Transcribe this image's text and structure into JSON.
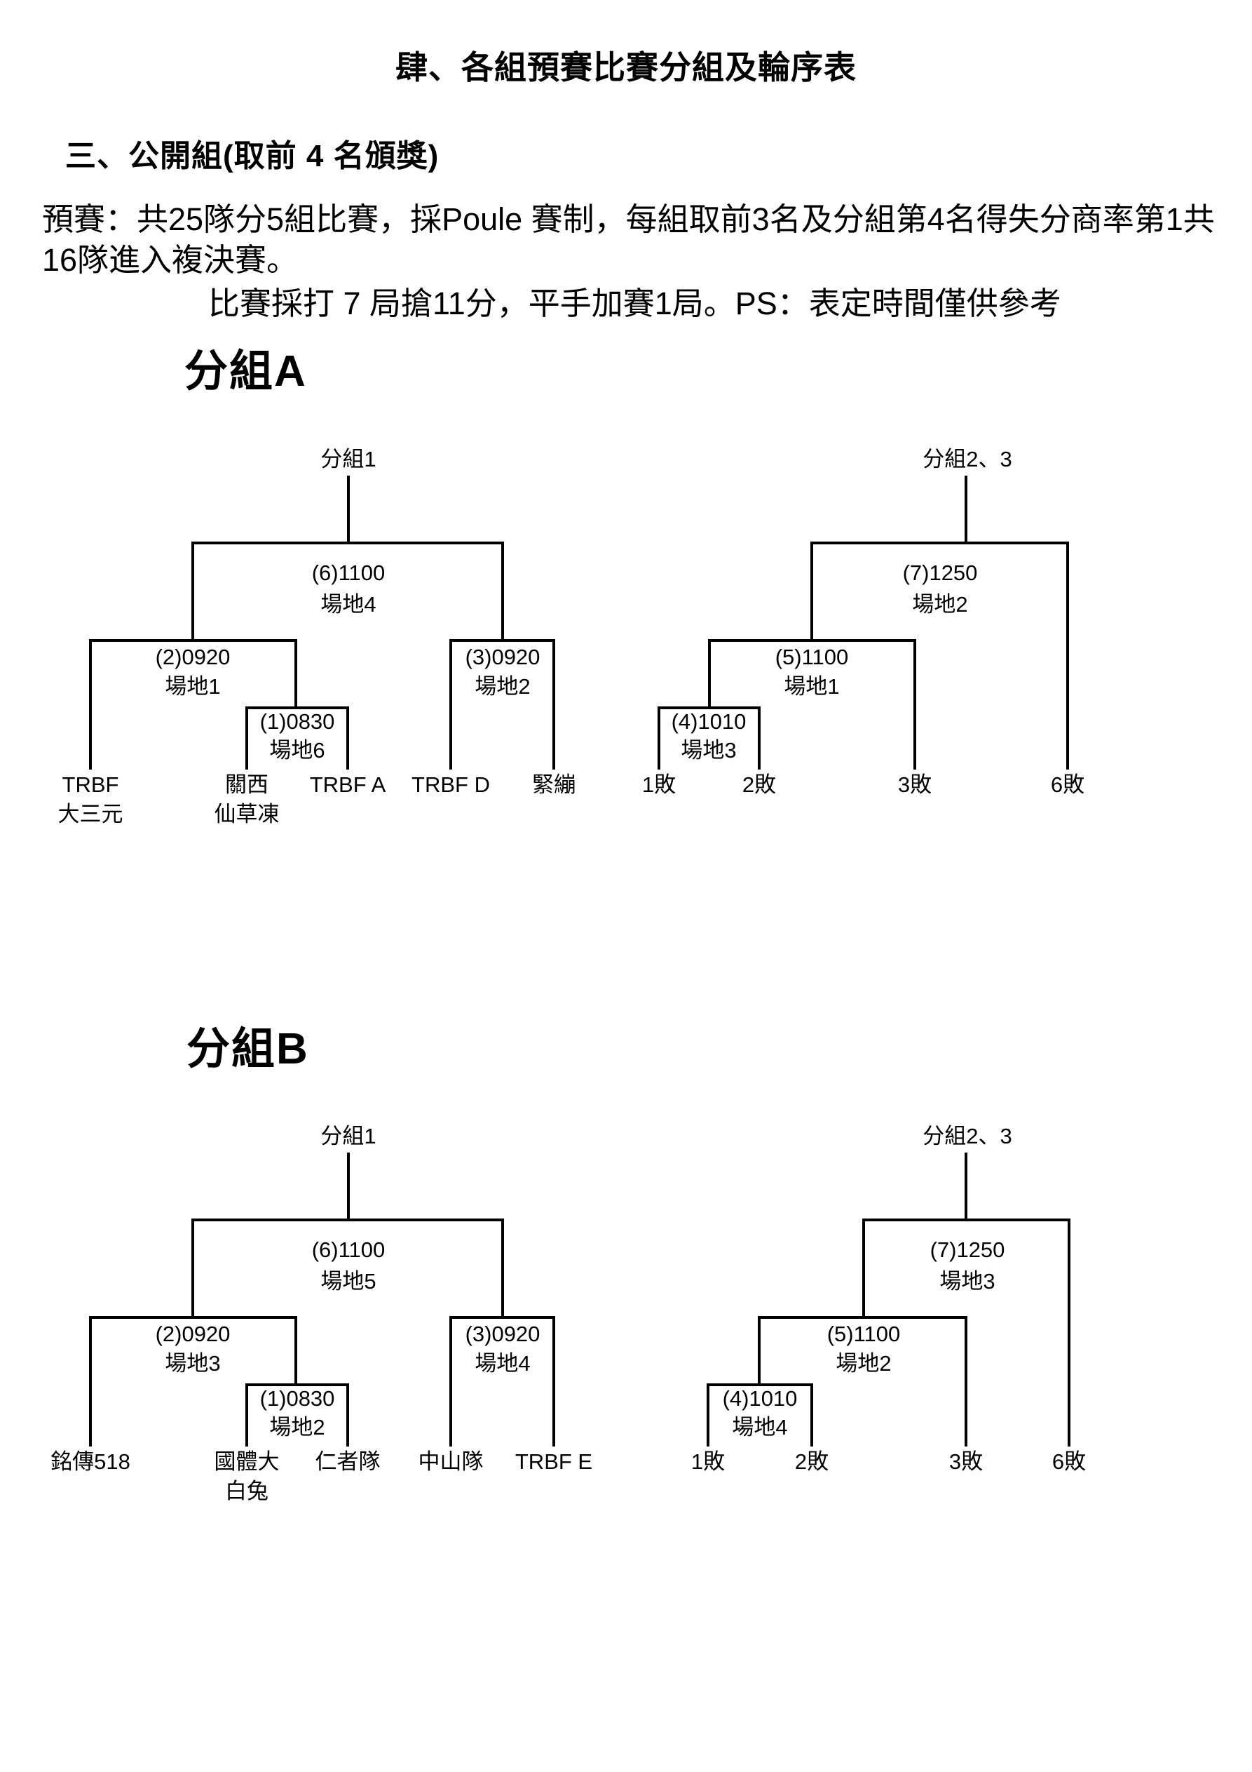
{
  "header": {
    "title": "肆、各組預賽比賽分組及輪序表",
    "section_heading": "三、公開組(取前 4 名頒獎)",
    "intro_line1": "預賽：共25隊分5組比賽，採Poule 賽制，每組取前3名及分組第4名得失分商率第1共",
    "intro_line2": "16隊進入複決賽。",
    "note_line": "比賽採打 7 局搶11分，平手加賽1局。PS：表定時間僅供參考"
  },
  "groups": [
    {
      "title": "分組A",
      "winners_bracket": {
        "result_label": "分組1",
        "final_match": {
          "code": "(6)1100",
          "court": "場地4"
        },
        "left_semi": {
          "code": "(2)0920",
          "court": "場地1"
        },
        "opening_match": {
          "code": "(1)0830",
          "court": "場地6"
        },
        "right_semi": {
          "code": "(3)0920",
          "court": "場地2"
        },
        "teams": [
          {
            "line1": "TRBF",
            "line2": "大三元"
          },
          {
            "line1": "關西",
            "line2": "仙草凍"
          },
          {
            "line1": "TRBF A",
            "line2": ""
          },
          {
            "line1": "TRBF D",
            "line2": ""
          },
          {
            "line1": "緊繃",
            "line2": ""
          }
        ]
      },
      "losers_bracket": {
        "result_label": "分組2、3",
        "final_match": {
          "code": "(7)1250",
          "court": "場地2"
        },
        "semi_match": {
          "code": "(5)1100",
          "court": "場地1"
        },
        "opening_match": {
          "code": "(4)1010",
          "court": "場地3"
        },
        "teams": [
          {
            "line1": "1敗"
          },
          {
            "line1": "2敗"
          },
          {
            "line1": "3敗"
          },
          {
            "line1": "6敗"
          }
        ]
      }
    },
    {
      "title": "分組B",
      "winners_bracket": {
        "result_label": "分組1",
        "final_match": {
          "code": "(6)1100",
          "court": "場地5"
        },
        "left_semi": {
          "code": "(2)0920",
          "court": "場地3"
        },
        "opening_match": {
          "code": "(1)0830",
          "court": "場地2"
        },
        "right_semi": {
          "code": "(3)0920",
          "court": "場地4"
        },
        "teams": [
          {
            "line1": "銘傳518",
            "line2": ""
          },
          {
            "line1": "國體大",
            "line2": "白兔"
          },
          {
            "line1": "仁者隊",
            "line2": ""
          },
          {
            "line1": "中山隊",
            "line2": ""
          },
          {
            "line1": "TRBF E",
            "line2": ""
          }
        ]
      },
      "losers_bracket": {
        "result_label": "分組2、3",
        "final_match": {
          "code": "(7)1250",
          "court": "場地3"
        },
        "semi_match": {
          "code": "(5)1100",
          "court": "場地2"
        },
        "opening_match": {
          "code": "(4)1010",
          "court": "場地4"
        },
        "teams": [
          {
            "line1": "1敗"
          },
          {
            "line1": "2敗"
          },
          {
            "line1": "3敗"
          },
          {
            "line1": "6敗"
          }
        ]
      }
    }
  ]
}
